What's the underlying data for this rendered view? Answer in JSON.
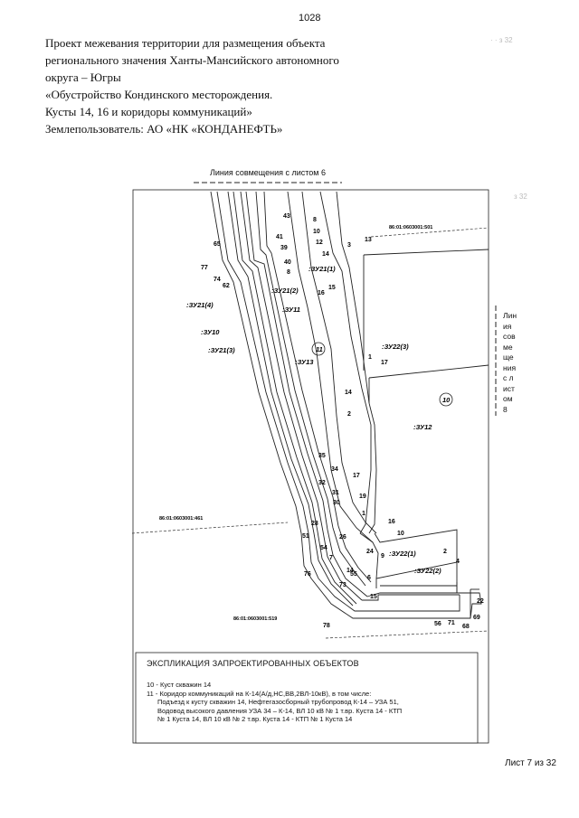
{
  "page_number": "1028",
  "header_lines": [
    "Проект межевания территории для размещения объекта",
    "регионального значения Ханты-Мансийского автономного",
    "округа – Югры",
    "«Обустройство Кондинского месторождения.",
    "Кусты 14, 16 и коридоры коммуникаций»",
    "Землепользователь: АО «НК «КОНДАНЕФТЬ»"
  ],
  "ghost_marks": [
    "· · з 32",
    "з 32"
  ],
  "joint_top": "Линия совмещения с листом 6",
  "joint_right": "Линия совмещения с листом 8",
  "sheet_label": "Лист 7 из 32",
  "map": {
    "cadastral": [
      "86:01:0603001:501",
      "86:01:0603001:461",
      "86:01:0603001:519"
    ],
    "zones": [
      ":ЗУ21(4)",
      ":ЗУ10",
      ":ЗУ21(3)",
      ":ЗУ11",
      ":ЗУ21(2)",
      ":ЗУ13",
      ":ЗУ21(1)",
      ":ЗУ22(3)",
      ":ЗУ12",
      ":ЗУ22(1)",
      ":ЗУ22(2)"
    ],
    "circles": [
      "11",
      "10"
    ],
    "points": [
      "43",
      "41",
      "39",
      "40",
      "8",
      "65",
      "77",
      "74",
      "62",
      "8",
      "10",
      "12",
      "14",
      "3",
      "13",
      "16",
      "15",
      "1",
      "17",
      "14",
      "2",
      "35",
      "34",
      "32",
      "31",
      "30",
      "17",
      "19",
      "1",
      "16",
      "10",
      "51",
      "28",
      "54",
      "26",
      "24",
      "9",
      "7",
      "14",
      "55",
      "6",
      "2",
      "4",
      "76",
      "73",
      "15",
      "22",
      "69",
      "68",
      "56",
      "71",
      "78"
    ]
  },
  "legend": {
    "title": "ЭКСПЛИКАЦИЯ ЗАПРОЕКТИРОВАННЫХ ОБЪЕКТОВ",
    "items": [
      "10 - Куст скважин 14",
      "11 - Коридор коммуникаций на К-14(А/д,НС,ВВ,2ВЛ-10кВ), в том числе:",
      "Подъезд к кусту скважин 14, Нефтегазосборный трубопровод К-14 – УЗА 51,",
      "Водовод высокого давления УЗА 34 – К-14, ВЛ 10 кВ № 1 т.вр. Куста 14 - КТП",
      "№ 1 Куста 14, ВЛ 10 кВ № 2 т.вр. Куста 14 - КТП № 1 Куста 14"
    ]
  }
}
